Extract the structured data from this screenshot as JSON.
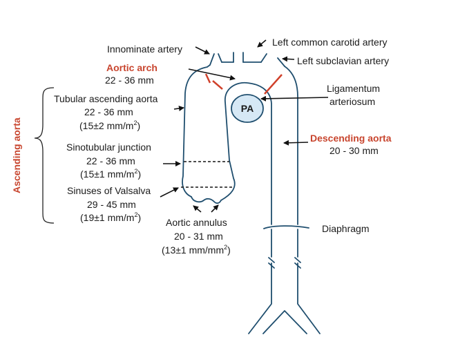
{
  "labels": {
    "innominate": "Innominate artery",
    "left_carotid": "Left common carotid artery",
    "left_subclavian": "Left subclavian artery",
    "aortic_arch_title": "Aortic arch",
    "aortic_arch_range": "22 - 36 mm",
    "ligamentum_1": "Ligamentum",
    "ligamentum_2": "arteriosum",
    "pa": "PA",
    "tubular_title": "Tubular ascending aorta",
    "tubular_range": "22 - 36 mm",
    "tubular_index_pre": "(15±2 mm/m",
    "tubular_index_sup": "2",
    "tubular_index_post": ")",
    "sinotubular_title": "Sinotubular junction",
    "sinotubular_range": "22 - 36 mm",
    "sinotubular_index_pre": "(15±1 mm/m",
    "sinotubular_index_sup": "2",
    "sinotubular_index_post": ")",
    "sinuses_title": "Sinuses of Valsalva",
    "sinuses_range": "29 - 45 mm",
    "sinuses_index_pre": "(19±1 mm/m",
    "sinuses_index_sup": "2",
    "sinuses_index_post": ")",
    "annulus_title": "Aortic annulus",
    "annulus_range": "20 - 31 mm",
    "annulus_index_pre": "(13±1 mm/mm",
    "annulus_index_sup": "2",
    "annulus_index_post": ")",
    "descending_title": "Descending aorta",
    "descending_range": "20 - 30 mm",
    "diaphragm": "Diaphragm",
    "ascending_aorta": "Ascending aorta"
  },
  "colors": {
    "vessel": "#1f4e6e",
    "branch_marker": "#d0402a",
    "pa_fill": "#d6e8f5",
    "accent_text": "#c8452e",
    "text": "#1a1a1a"
  }
}
